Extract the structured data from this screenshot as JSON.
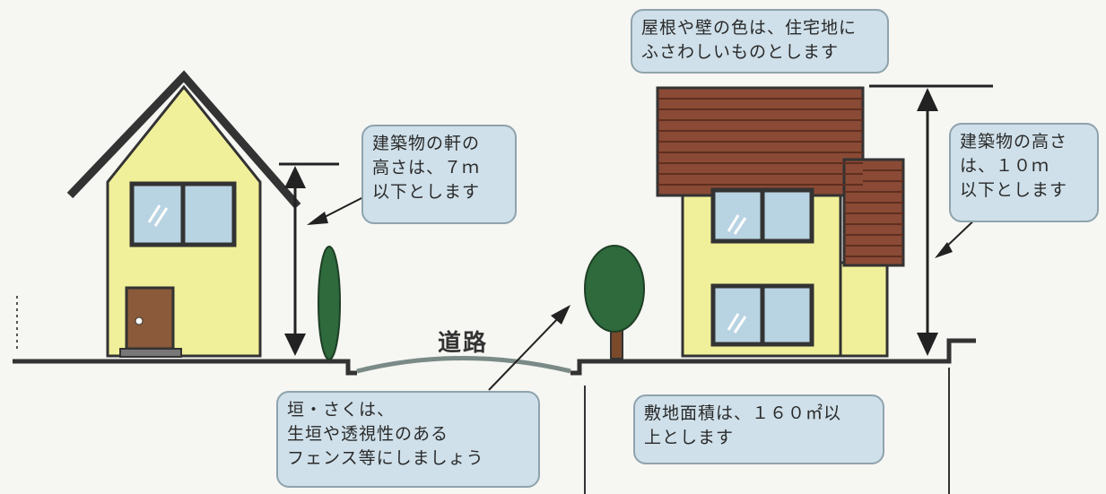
{
  "callouts": {
    "eave_height": {
      "lines": [
        "建築物の軒の",
        "高さは、７ｍ",
        "以下とします"
      ]
    },
    "roof_color": {
      "lines": [
        "屋根や壁の色は、住宅地に",
        "ふさわしいものとします"
      ]
    },
    "building_height": {
      "lines": [
        "建築物の高さ",
        "は、１０ｍ",
        "以下とします"
      ]
    },
    "fence": {
      "lines": [
        "垣・さくは、",
        "生垣や透視性のある",
        "フェンス等にしましょう"
      ]
    },
    "site_area": {
      "lines": [
        "敷地面積は、１６０㎡以",
        "上とします"
      ]
    }
  },
  "road_label": "道路",
  "colors": {
    "wall": "#f1f09a",
    "outline": "#333333",
    "window": "#b8d3e2",
    "roof": "#8a4a35",
    "door": "#8a5a3a",
    "tree": "#2e5e3a",
    "callout_bg": "#cfe0ea"
  }
}
